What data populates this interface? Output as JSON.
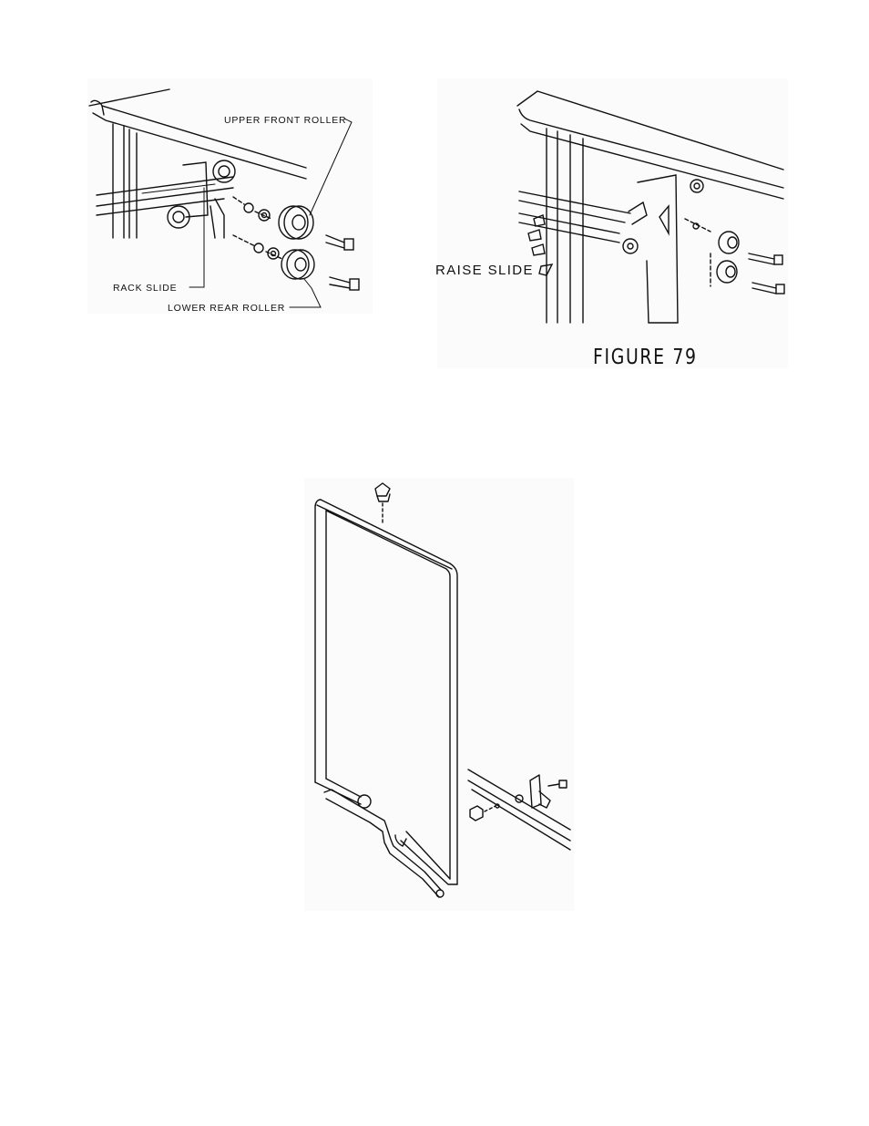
{
  "panel_left": {
    "labels": {
      "upper_front_roller": "UPPER FRONT ROLLER",
      "rack_slide": "RACK SLIDE",
      "lower_rear_roller": "LOWER REAR ROLLER"
    }
  },
  "panel_right": {
    "labels": {
      "raise_slide": "RAISE SLIDE"
    }
  },
  "figure_caption": "FIGURE 79",
  "colors": {
    "ink": "#111111",
    "panel_bg": "#fbfbfb",
    "page_bg": "#ffffff"
  }
}
